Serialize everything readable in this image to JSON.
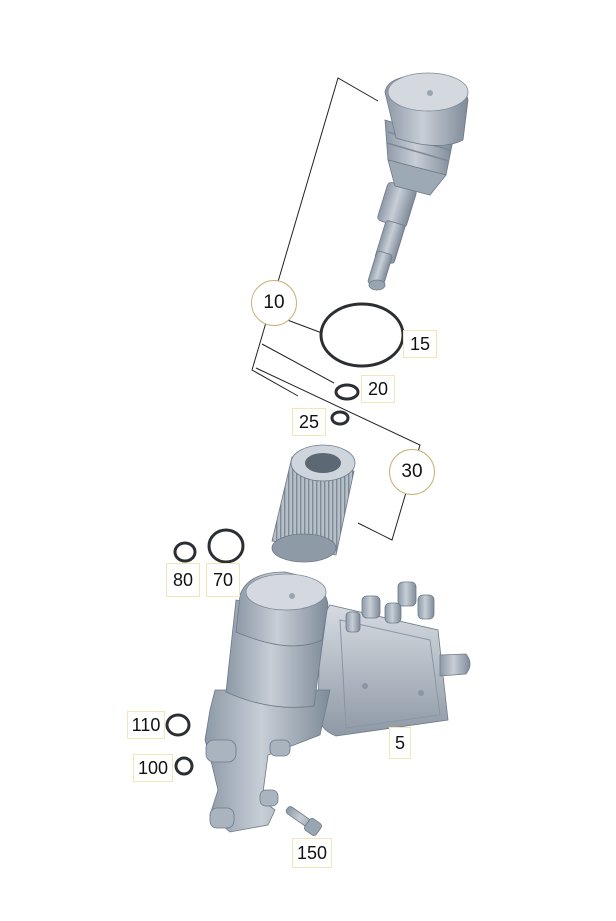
{
  "labels": {
    "p10": "10",
    "p15": "15",
    "p20": "20",
    "p25": "25",
    "p30": "30",
    "p80": "80",
    "p70": "70",
    "p110": "110",
    "p100": "100",
    "p5": "5",
    "p150": "150"
  },
  "colors": {
    "part_fill": "#b9c1cb",
    "part_dark": "#8a96a4",
    "part_light": "#dde2e8",
    "line": "#222222",
    "label_border": "#f1e6b8",
    "circle_border": "#c9b27a"
  }
}
